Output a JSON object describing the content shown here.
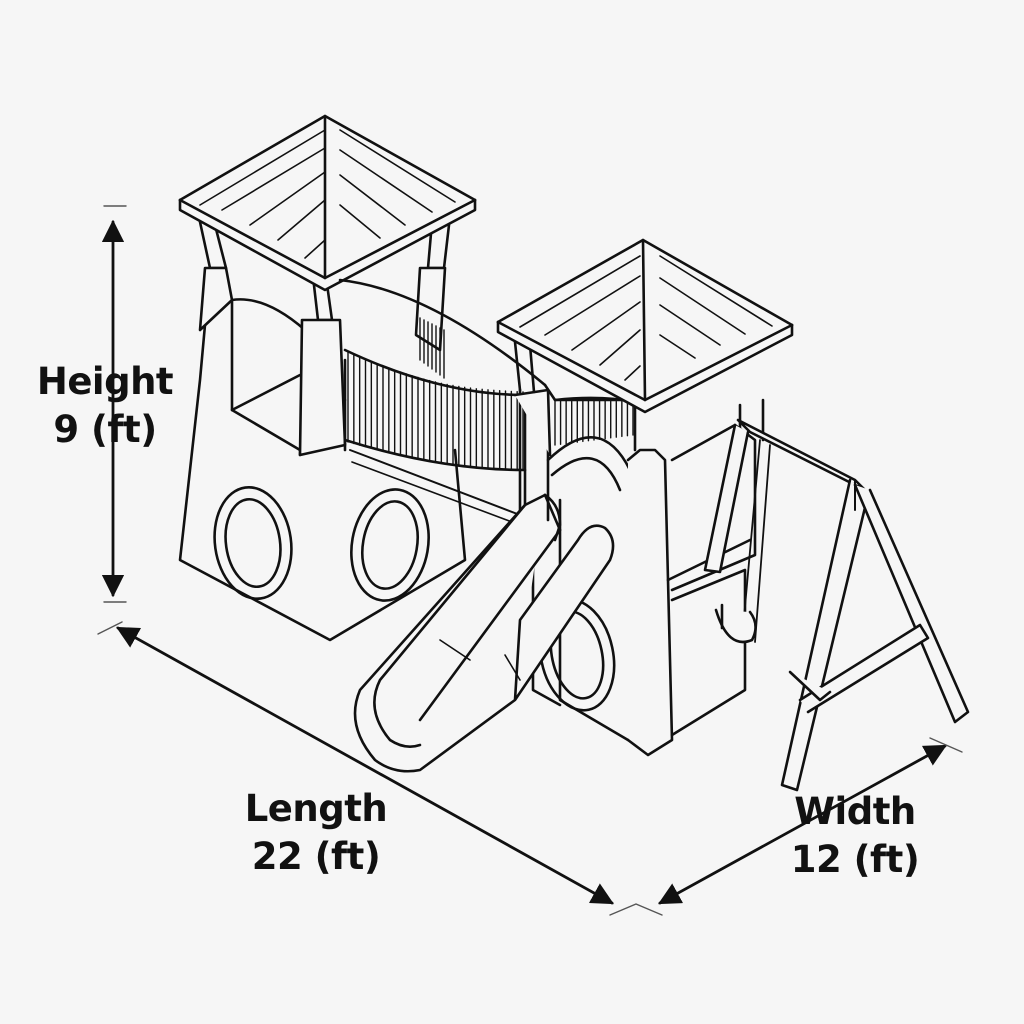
{
  "dimensions": {
    "height": {
      "name": "Height",
      "value": "9",
      "unit": "(ft)"
    },
    "length": {
      "name": "Length",
      "value": "22",
      "unit": "(ft)"
    },
    "width": {
      "name": "Width",
      "value": "12",
      "unit": "(ft)"
    }
  },
  "colors": {
    "background": "#f6f6f6",
    "line": "#111111",
    "fill": "#f6f6f6"
  }
}
